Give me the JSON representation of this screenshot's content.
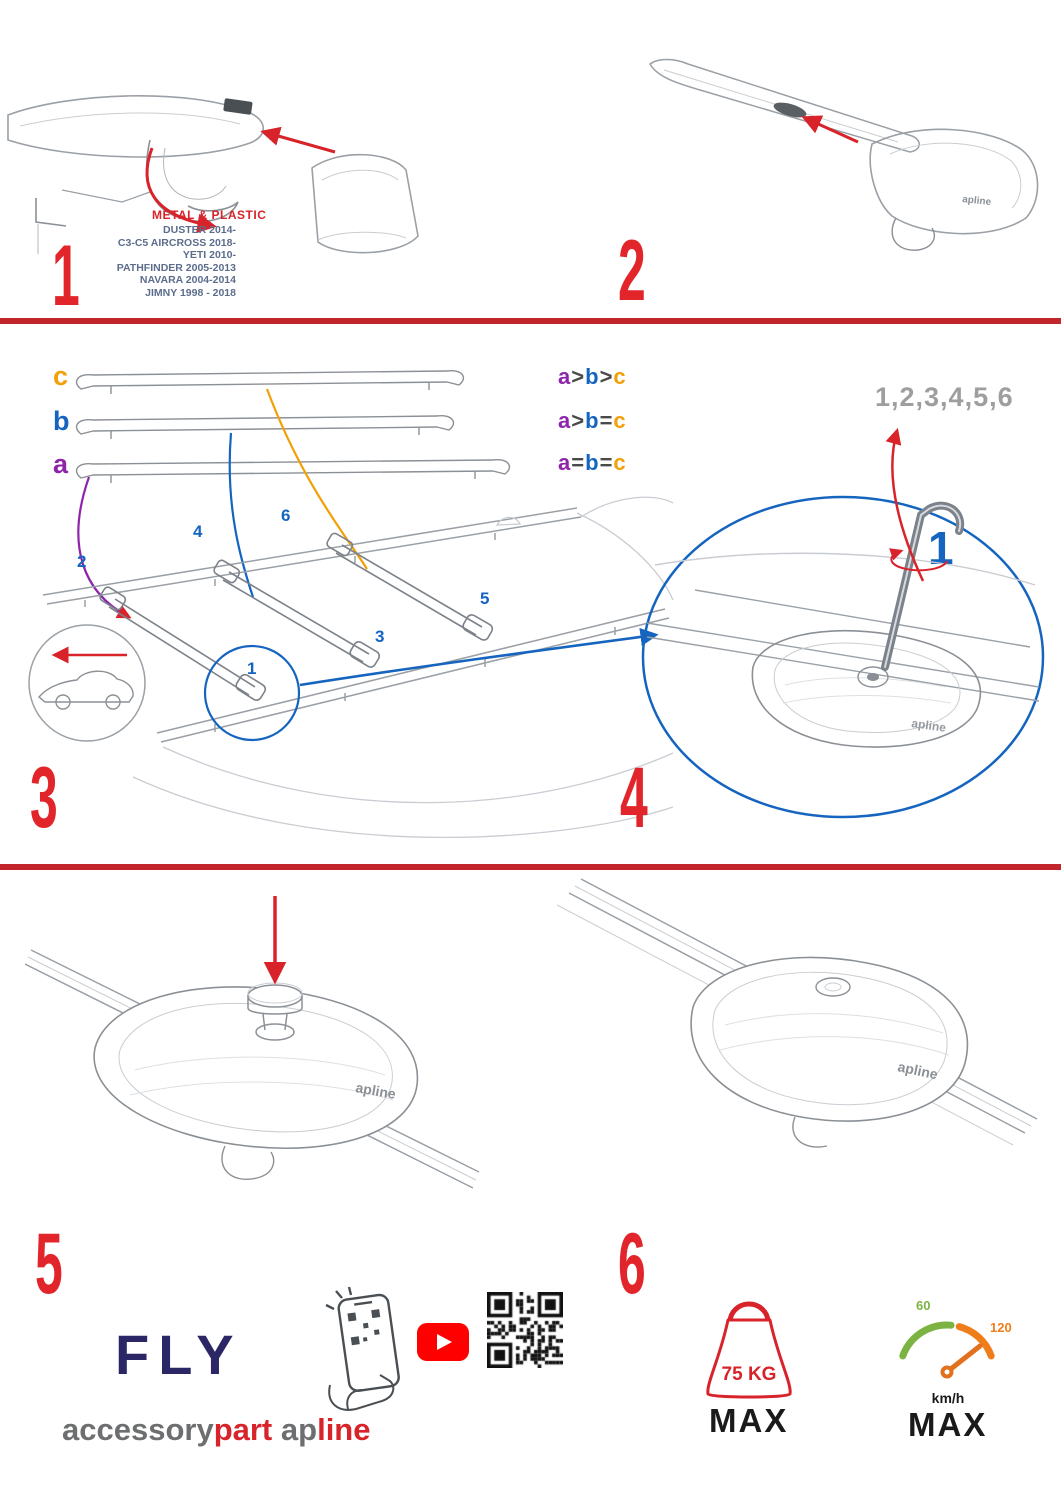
{
  "colors": {
    "red": "#d8232a",
    "step_number_red": "#e2252b",
    "blue": "#1565c0",
    "purple": "#8e24aa",
    "orange": "#f2a007",
    "line_gray": "#9aa0a6",
    "navy": "#2b2767",
    "brand_gray": "#6d6e70",
    "vehicle_list_blue": "#5c6d8c",
    "youtube_red": "#ff0000",
    "speed_green": "#7cb342",
    "speed_orange": "#ef7d1a"
  },
  "step1": {
    "number": "1",
    "material_label": "METAL & PLASTIC",
    "vehicles": [
      "DUSTER 2014-",
      "C3-C5 AIRCROSS 2018-",
      "YETI 2010-",
      "PATHFINDER 2005-2013",
      "NAVARA 2004-2014",
      "JIMNY 1998 - 2018"
    ]
  },
  "step2": {
    "number": "2"
  },
  "step3": {
    "number": "3",
    "bar_labels": [
      "c",
      "b",
      "a"
    ],
    "legend": [
      {
        "a": "a",
        "op1": ">",
        "b": "b",
        "op2": ">",
        "c": "c"
      },
      {
        "a": "a",
        "op1": ">",
        "b": "b",
        "op2": "=",
        "c": "c"
      },
      {
        "a": "a",
        "op1": "=",
        "b": "b",
        "op2": "=",
        "c": "c"
      }
    ],
    "positions": [
      "1",
      "2",
      "3",
      "4",
      "5",
      "6"
    ]
  },
  "step4": {
    "number": "4",
    "sequence": "1,2,3,4,5,6",
    "highlight": "1"
  },
  "step5": {
    "number": "5"
  },
  "step6": {
    "number": "6"
  },
  "logo": {
    "apline": "apline"
  },
  "footer": {
    "product": "FLY",
    "brand1": [
      {
        "text": "accessory"
      },
      {
        "text": "part"
      }
    ],
    "brand2": [
      {
        "text": "ap"
      },
      {
        "text": "line"
      }
    ],
    "weight": {
      "value": "75 KG",
      "max": "MAX"
    },
    "speed": {
      "low": "60",
      "high": "120",
      "unit": "km/h",
      "max": "MAX"
    }
  }
}
